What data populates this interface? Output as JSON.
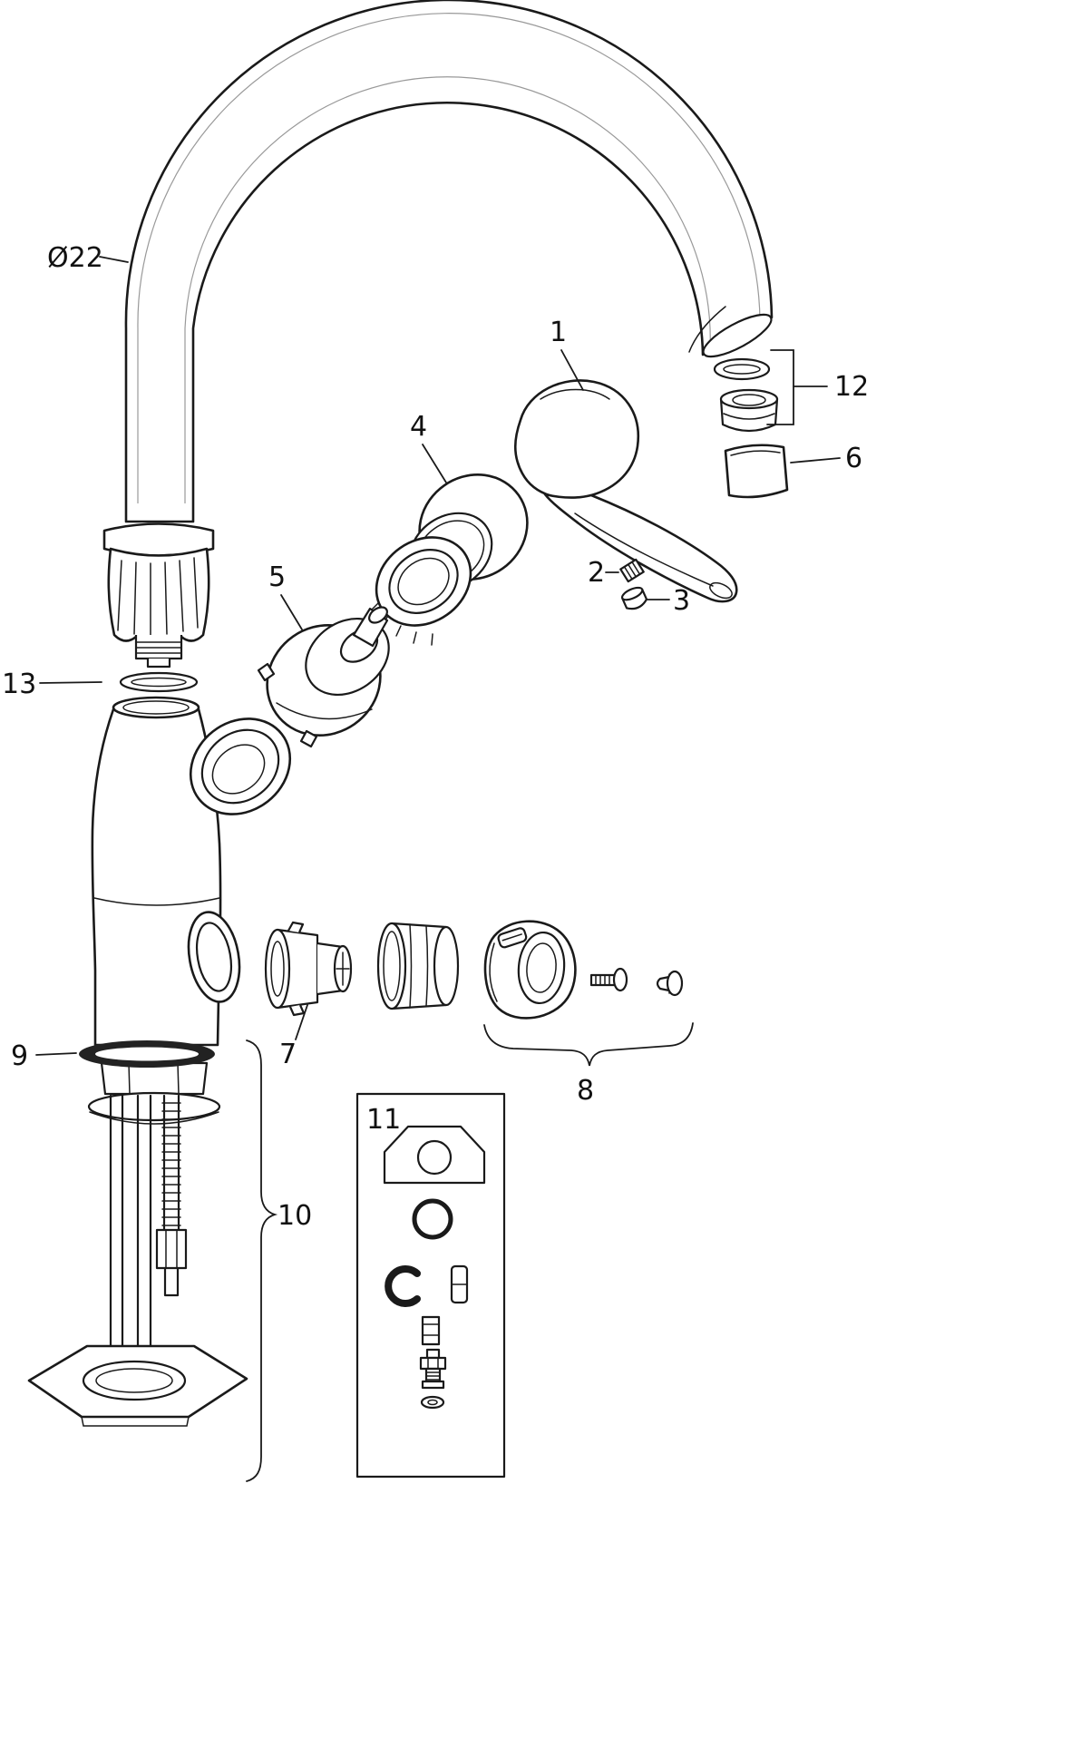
{
  "diagram": {
    "type": "exploded-parts-diagram",
    "background_color": "#ffffff",
    "line_color": "#1a1a1a",
    "labels": {
      "spout_diameter": "Ø22",
      "p1": "1",
      "p2": "2",
      "p3": "3",
      "p4": "4",
      "p5": "5",
      "p6": "6",
      "p7": "7",
      "p8": "8",
      "p9": "9",
      "p10": "10",
      "p11": "11",
      "p12": "12",
      "p13": "13"
    }
  }
}
